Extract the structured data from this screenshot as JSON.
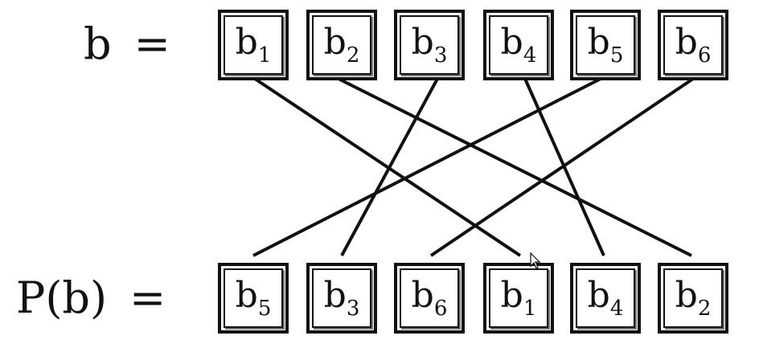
{
  "labels": {
    "top_var": "b",
    "bottom_var": "P(b)",
    "equals": "="
  },
  "top_row": [
    {
      "base": "b",
      "sub": "1"
    },
    {
      "base": "b",
      "sub": "2"
    },
    {
      "base": "b",
      "sub": "3"
    },
    {
      "base": "b",
      "sub": "4"
    },
    {
      "base": "b",
      "sub": "5"
    },
    {
      "base": "b",
      "sub": "6"
    }
  ],
  "bottom_row": [
    {
      "base": "b",
      "sub": "5"
    },
    {
      "base": "b",
      "sub": "3"
    },
    {
      "base": "b",
      "sub": "6"
    },
    {
      "base": "b",
      "sub": "1"
    },
    {
      "base": "b",
      "sub": "4"
    },
    {
      "base": "b",
      "sub": "2"
    }
  ],
  "mapping": [
    {
      "from": 1,
      "to": 4
    },
    {
      "from": 2,
      "to": 6
    },
    {
      "from": 3,
      "to": 2
    },
    {
      "from": 4,
      "to": 5
    },
    {
      "from": 5,
      "to": 1
    },
    {
      "from": 6,
      "to": 3
    }
  ],
  "colors": {
    "ink": "#111111",
    "background": "#ffffff"
  },
  "icons": {
    "cursor": "mouse-pointer-icon"
  }
}
